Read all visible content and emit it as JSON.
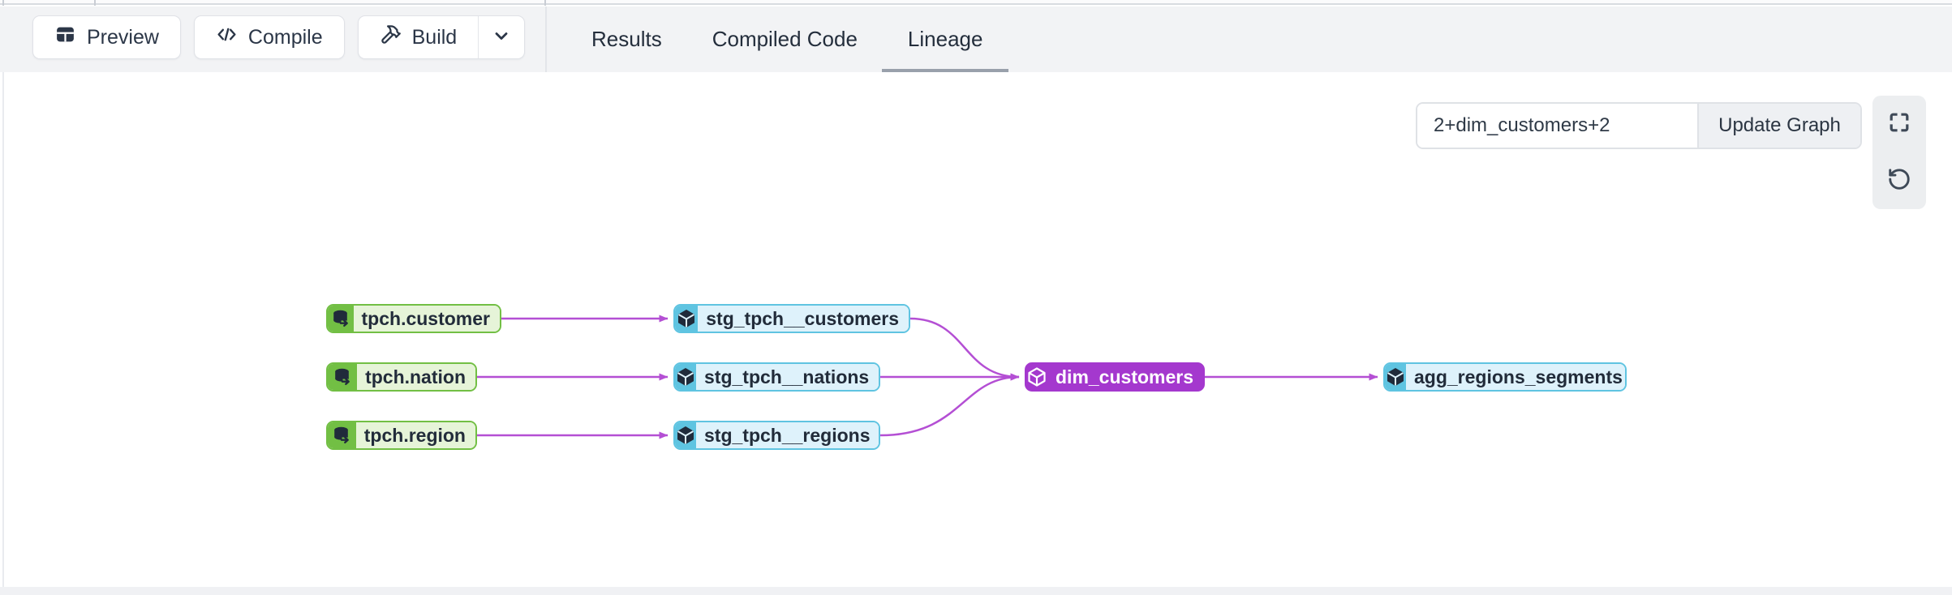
{
  "toolbar": {
    "buttons": [
      {
        "label": "Preview",
        "icon": "table-icon"
      },
      {
        "label": "Compile",
        "icon": "code-icon"
      },
      {
        "label": "Build",
        "icon": "hammer-icon"
      }
    ]
  },
  "tabs": [
    {
      "label": "Results",
      "active": false
    },
    {
      "label": "Compiled Code",
      "active": false
    },
    {
      "label": "Lineage",
      "active": true
    }
  ],
  "lineage": {
    "selector": {
      "value": "2+dim_customers+2",
      "update_label": "Update Graph"
    },
    "nodes": [
      {
        "label": "tpch.customer",
        "type": "source",
        "icon": "database-icon"
      },
      {
        "label": "tpch.nation",
        "type": "source",
        "icon": "database-icon"
      },
      {
        "label": "tpch.region",
        "type": "source",
        "icon": "database-icon"
      },
      {
        "label": "stg_tpch__customers",
        "type": "model",
        "icon": "cube-icon"
      },
      {
        "label": "stg_tpch__nations",
        "type": "model",
        "icon": "cube-icon"
      },
      {
        "label": "stg_tpch__regions",
        "type": "model",
        "icon": "cube-icon"
      },
      {
        "label": "dim_customers",
        "type": "model-selected",
        "icon": "cube-icon"
      },
      {
        "label": "agg_regions_segments",
        "type": "model",
        "icon": "cube-icon"
      }
    ],
    "edges": [
      [
        "tpch.customer",
        "stg_tpch__customers"
      ],
      [
        "tpch.nation",
        "stg_tpch__nations"
      ],
      [
        "tpch.region",
        "stg_tpch__regions"
      ],
      [
        "stg_tpch__customers",
        "dim_customers"
      ],
      [
        "stg_tpch__nations",
        "dim_customers"
      ],
      [
        "stg_tpch__regions",
        "dim_customers"
      ],
      [
        "dim_customers",
        "agg_regions_segments"
      ]
    ],
    "colors": {
      "edge": "#b44fd4",
      "source_accent": "#72bf44",
      "source_bg": "#e6f4d8",
      "model_accent": "#5fc4e1",
      "model_bg": "#def2fb",
      "selected_bg": "#a438ce",
      "node_text": "#222c3a"
    }
  }
}
